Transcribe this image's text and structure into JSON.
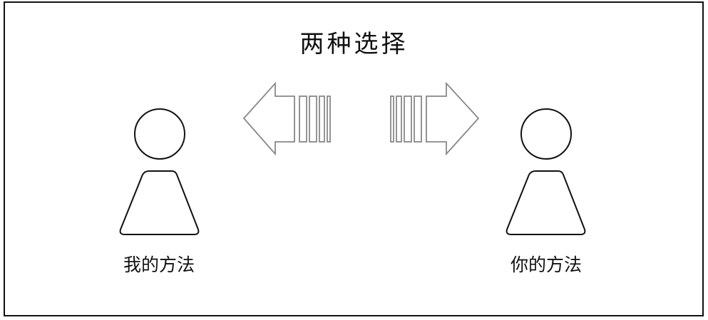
{
  "diagram": {
    "title": "两种选择",
    "left_person": {
      "label": "我的方法"
    },
    "right_person": {
      "label": "你的方法"
    },
    "colors": {
      "person_stroke": "#111111",
      "arrow_stroke": "#888888",
      "frame": "#111111",
      "background": "#ffffff"
    }
  }
}
